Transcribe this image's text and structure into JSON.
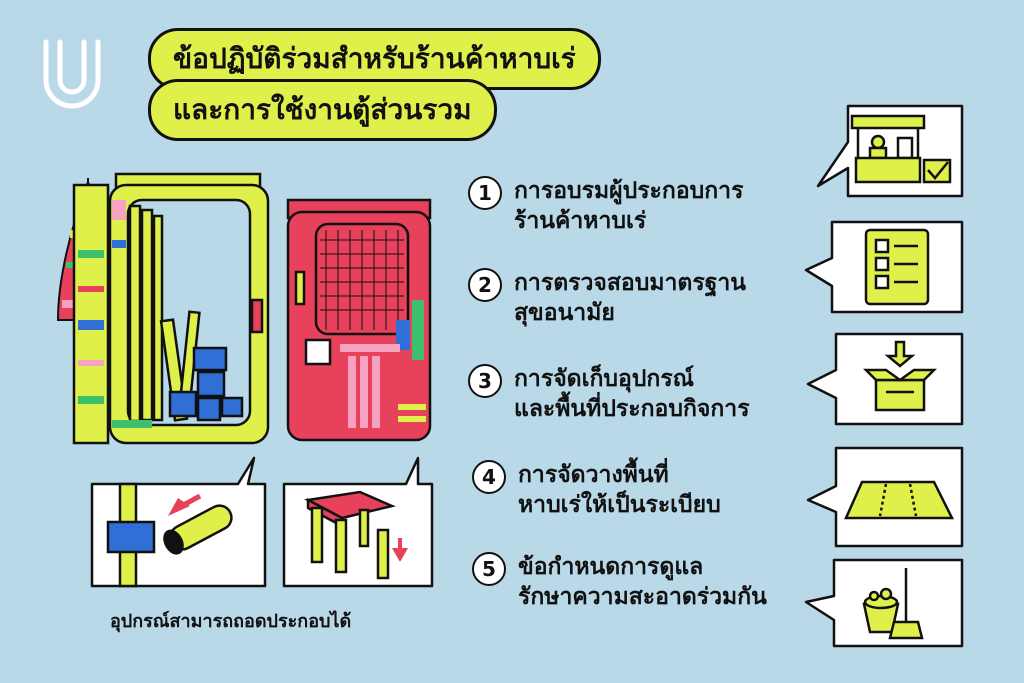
{
  "title": {
    "line1": "ข้อปฏิบัติร่วมสำหรับร้านค้าหาบเร่",
    "line2": "และการใช้งานตู้ส่วนรวม"
  },
  "steps": [
    {
      "number": "1",
      "line1": "การอบรมผู้ประกอบการ",
      "line2": "ร้านค้าหาบเร่",
      "icon": "vendor-stall-icon"
    },
    {
      "number": "2",
      "line1": "การตรวจสอบมาตรฐาน",
      "line2": "สุขอนามัย",
      "icon": "checklist-icon"
    },
    {
      "number": "3",
      "line1": "การจัดเก็บอุปกรณ์",
      "line2": "และพื้นที่ประกอบกิจการ",
      "icon": "storage-box-icon"
    },
    {
      "number": "4",
      "line1": "การจัดวางพื้นที่",
      "line2": "หาบเร่ให้เป็นระเบียบ",
      "icon": "floor-layout-icon"
    },
    {
      "number": "5",
      "line1": "ข้อกำหนดการดูแล",
      "line2": "รักษาความสะอาดร่วมกัน",
      "icon": "cleaning-tools-icon"
    }
  ],
  "caption": "อุปกรณ์สามารถถอดประกอบได้",
  "colors": {
    "background": "#b9d8e8",
    "accent_yellow": "#dff04a",
    "cabinet_red": "#e8415b",
    "blue": "#2f6fd6",
    "outline": "#111111"
  }
}
